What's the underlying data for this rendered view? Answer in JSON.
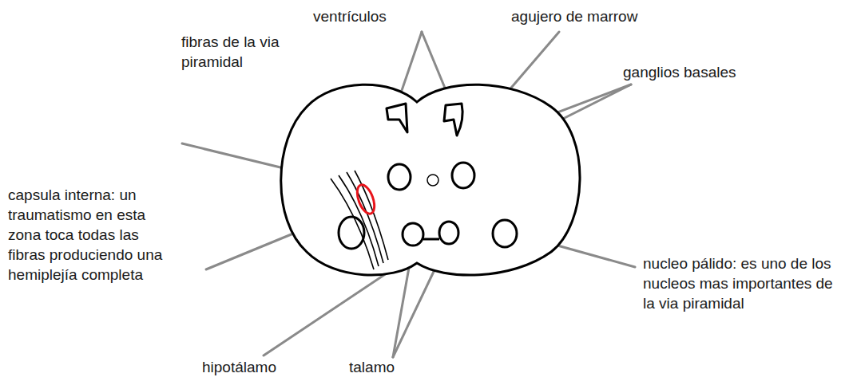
{
  "diagram": {
    "labels": [
      "ventrículos",
      "agujero de marrow",
      "fibras de la via piramidal",
      "ganglios basales",
      "capsula interna: un traumatismo en esta zona toca todas las fibras produciendo una hemiplejía completa",
      "nucleo pálido: es uno de los nucleos mas importantes de la via piramidal",
      "hipotálamo",
      "talamo"
    ]
  }
}
